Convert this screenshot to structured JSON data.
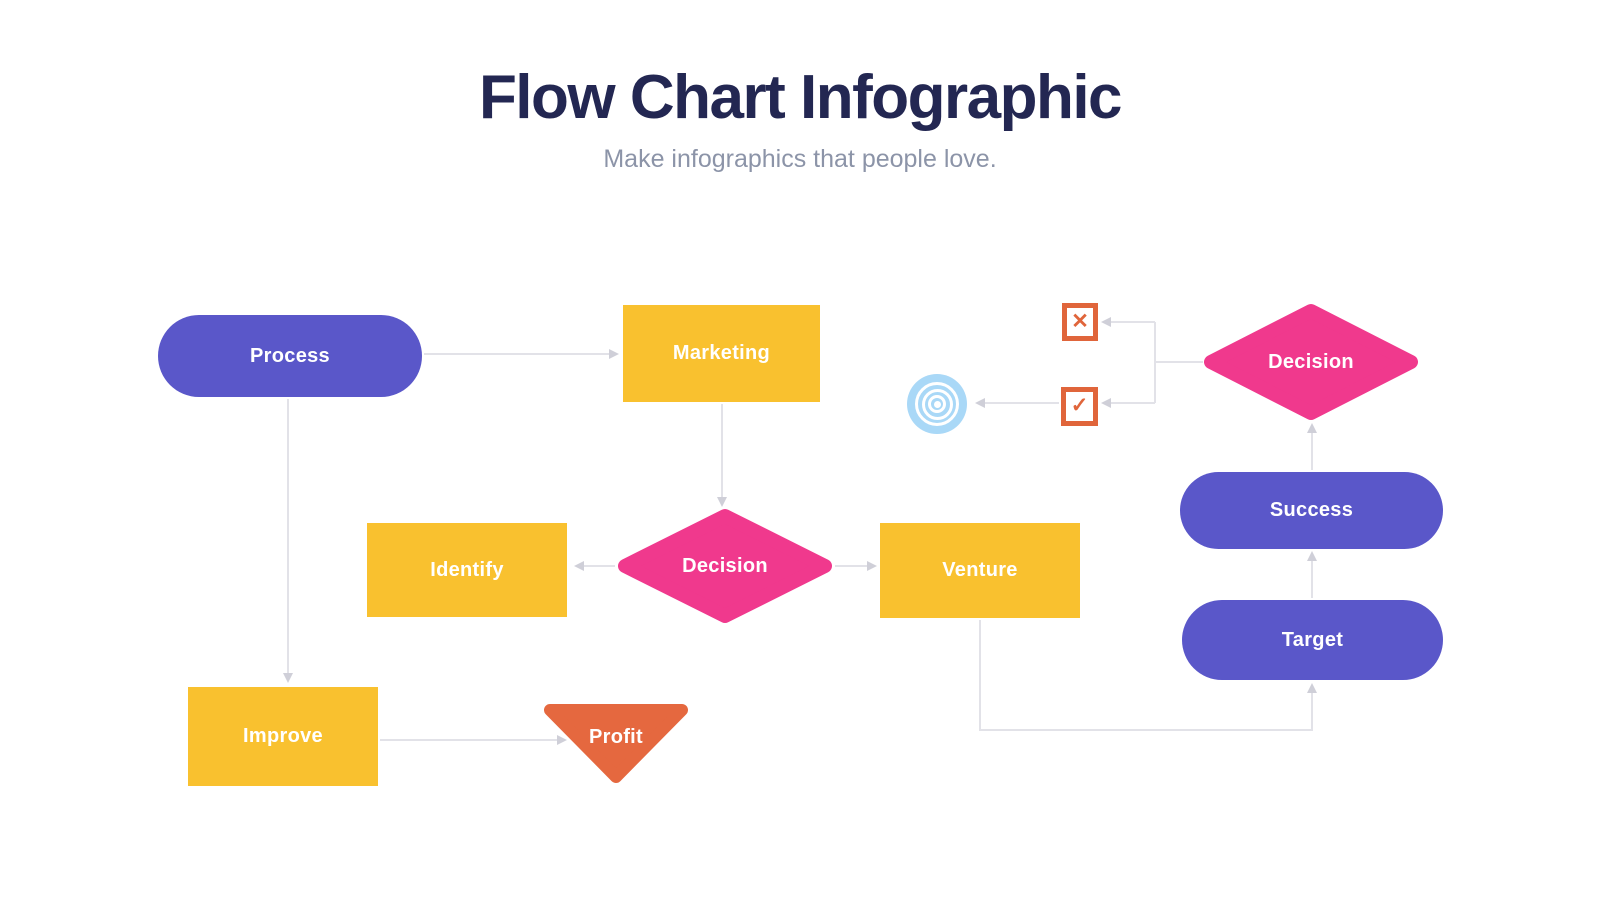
{
  "header": {
    "title": "Flow Chart Infographic",
    "subtitle": "Make infographics that people love."
  },
  "colors": {
    "title_navy": "#232752",
    "subtitle_gray": "#8C94A8",
    "purple": "#5A57C9",
    "yellow": "#F9C12F",
    "pink": "#F0398D",
    "orange": "#E5683F",
    "icon_orange": "#E0653B",
    "icon_blue": "#A9D8F7",
    "connector_line": "#E2E2E8",
    "arrowhead": "#CFCFD8",
    "node_text": "#FFFFFF"
  },
  "flowchart": {
    "nodes": {
      "process": {
        "label": "Process",
        "shape": "rounded-pill",
        "color": "#5A57C9"
      },
      "marketing": {
        "label": "Marketing",
        "shape": "rectangle",
        "color": "#F9C12F"
      },
      "decision_top": {
        "label": "Decision",
        "shape": "diamond",
        "color": "#F0398D"
      },
      "identify": {
        "label": "Identify",
        "shape": "rectangle",
        "color": "#F9C12F"
      },
      "decision_mid": {
        "label": "Decision",
        "shape": "diamond",
        "color": "#F0398D"
      },
      "venture": {
        "label": "Venture",
        "shape": "rectangle",
        "color": "#F9C12F"
      },
      "success": {
        "label": "Success",
        "shape": "rounded-pill",
        "color": "#5A57C9"
      },
      "target": {
        "label": "Target",
        "shape": "rounded-pill",
        "color": "#5A57C9"
      },
      "improve": {
        "label": "Improve",
        "shape": "rectangle",
        "color": "#F9C12F"
      },
      "profit": {
        "label": "Profit",
        "shape": "triangle-down",
        "color": "#E5683F"
      }
    },
    "icons": {
      "reject": {
        "name": "x-icon",
        "glyph": "✕",
        "color": "#E0653B"
      },
      "approve": {
        "name": "check-icon",
        "glyph": "✓",
        "color": "#E0653B"
      },
      "goal": {
        "name": "target-rings-icon",
        "glyph": "",
        "color": "#A9D8F7"
      }
    },
    "edges": [
      {
        "from": "process",
        "to": "marketing"
      },
      {
        "from": "process",
        "to": "improve"
      },
      {
        "from": "marketing",
        "to": "decision_mid"
      },
      {
        "from": "decision_mid",
        "to": "identify"
      },
      {
        "from": "decision_mid",
        "to": "venture"
      },
      {
        "from": "improve",
        "to": "profit"
      },
      {
        "from": "venture",
        "to": "target"
      },
      {
        "from": "target",
        "to": "success"
      },
      {
        "from": "success",
        "to": "decision_top"
      },
      {
        "from": "decision_top",
        "to": "x-icon"
      },
      {
        "from": "decision_top",
        "to": "check-icon"
      },
      {
        "from": "check-icon",
        "to": "target-rings-icon"
      }
    ]
  }
}
